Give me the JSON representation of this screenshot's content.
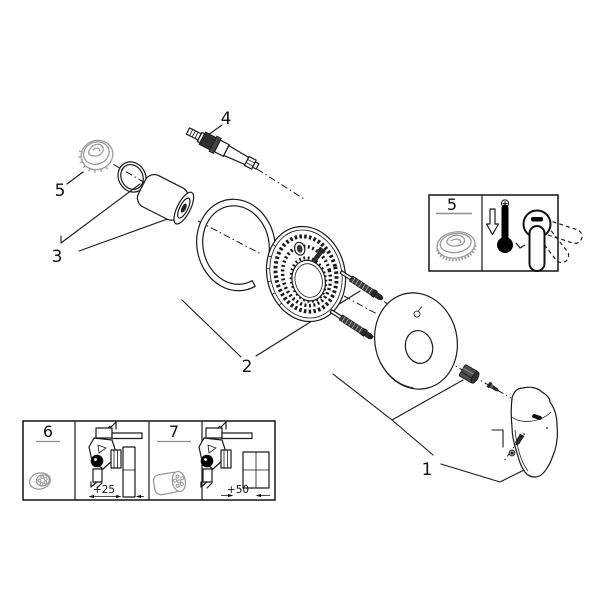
{
  "colors": {
    "background": "#ffffff",
    "line": "#1a1a1a",
    "secondary_gray": "#9b9b9b",
    "dark_fill": "#2e2e2e"
  },
  "main_diagram": {
    "callouts": {
      "c1": "1",
      "c2": "2",
      "c3": "3",
      "c4": "4",
      "c5": "5"
    }
  },
  "insets": {
    "cap": {
      "number": "5",
      "icons": [
        "cap-icon",
        "down-arrow-icon",
        "thermometer-icon",
        "lever-handle-icon"
      ]
    },
    "extensions": {
      "box6": {
        "number": "6",
        "dimension": "+25",
        "icons": [
          "pin-icon",
          "spline-adapter-icon",
          "valve-section-icon",
          "depth-gauge-icon"
        ]
      },
      "box7": {
        "number": "7",
        "dimension": "+50",
        "icons": [
          "pin-icon",
          "spline-extension-icon",
          "valve-section-icon",
          "depth-gauge-icon"
        ]
      }
    }
  }
}
